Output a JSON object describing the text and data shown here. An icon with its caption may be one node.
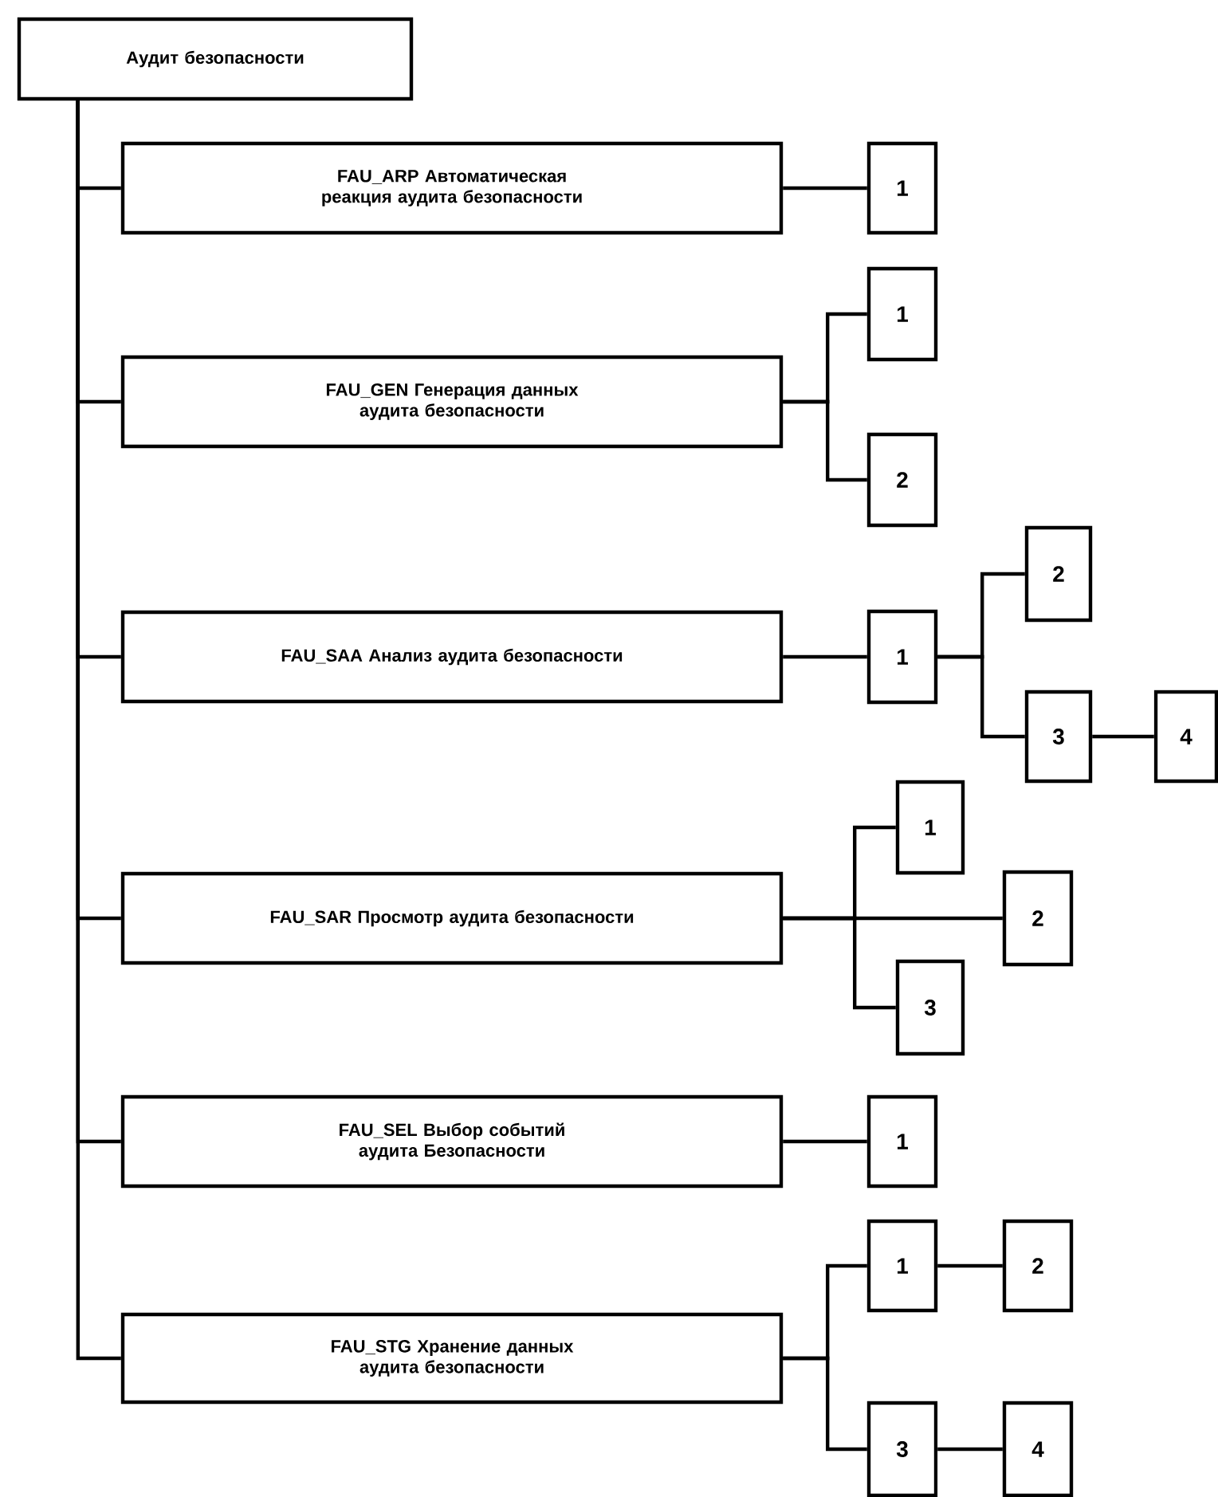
{
  "diagram": {
    "nodes": [
      {
        "text": [
          "Аудит безопасности"
        ]
      },
      {
        "text": [
          "FAU_ARP Автоматическая реакция аудита безопасности"
        ]
      },
      {
        "text": [
          "1"
        ]
      },
      {
        "text": [
          "FAU_GEN Генерация данных аудита безопасности"
        ]
      },
      {
        "text": [
          "1"
        ]
      },
      {
        "text": [
          "2"
        ]
      },
      {
        "text": [
          "FAU_SAA Анализ аудита безопасности"
        ]
      },
      {
        "text": [
          "1"
        ]
      },
      {
        "text": [
          "2"
        ]
      },
      {
        "text": [
          "3"
        ]
      },
      {
        "text": [
          "4"
        ]
      },
      {
        "text": [
          "FAU_SAR Просмотр аудита безопасности"
        ]
      },
      {
        "text": [
          "1"
        ]
      },
      {
        "text": [
          "2"
        ]
      },
      {
        "text": [
          "3"
        ]
      },
      {
        "text": [
          "FAU_SEL Выбор событий аудита Безопасности"
        ]
      },
      {
        "text": [
          "1"
        ]
      },
      {
        "text": [
          "FAU_STG Хранение данных аудита безопасности"
        ]
      },
      {
        "text": [
          "1"
        ]
      },
      {
        "text": [
          "2"
        ]
      },
      {
        "text": [
          "3"
        ]
      },
      {
        "text": [
          "4"
        ]
      }
    ],
    "edges": [
      {
        "from": 0,
        "to": 1,
        "arrow": "none"
      },
      {
        "from": 0,
        "to": 3,
        "arrow": "none"
      },
      {
        "from": 0,
        "to": 6,
        "arrow": "none"
      },
      {
        "from": 0,
        "to": 11,
        "arrow": "none"
      },
      {
        "from": 0,
        "to": 15,
        "arrow": "none"
      },
      {
        "from": 0,
        "to": 17,
        "arrow": "none"
      },
      {
        "from": 1,
        "to": 2,
        "arrow": "none"
      },
      {
        "from": 3,
        "to": 4,
        "arrow": "none"
      },
      {
        "from": 3,
        "to": 5,
        "arrow": "none"
      },
      {
        "from": 6,
        "to": 7,
        "arrow": "none"
      },
      {
        "from": 7,
        "to": 8,
        "arrow": "none"
      },
      {
        "from": 7,
        "to": 9,
        "arrow": "none"
      },
      {
        "from": 9,
        "to": 10,
        "arrow": "none"
      },
      {
        "from": 11,
        "to": 12,
        "arrow": "none"
      },
      {
        "from": 11,
        "to": 13,
        "arrow": "none"
      },
      {
        "from": 11,
        "to": 14,
        "arrow": "none"
      },
      {
        "from": 15,
        "to": 16,
        "arrow": "none"
      },
      {
        "from": 17,
        "to": 18,
        "arrow": "none"
      },
      {
        "from": 18,
        "to": 19,
        "arrow": "none"
      },
      {
        "from": 17,
        "to": 20,
        "arrow": "none"
      },
      {
        "from": 20,
        "to": 21,
        "arrow": "none"
      }
    ]
  }
}
